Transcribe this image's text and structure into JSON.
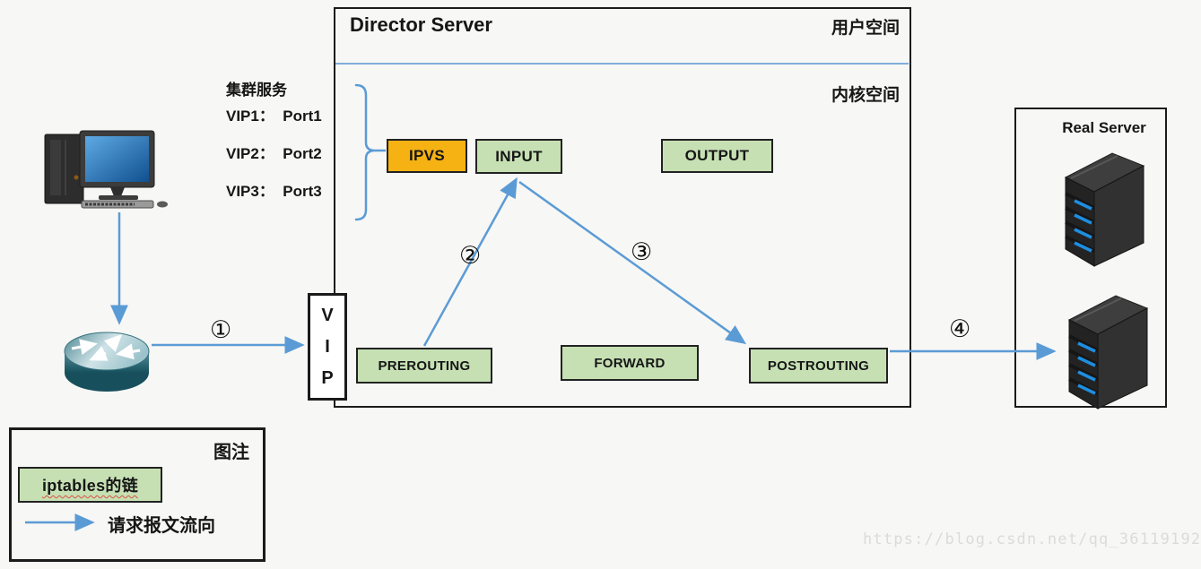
{
  "director": {
    "title": "Director Server",
    "user_space_label": "用户空间",
    "kernel_space_label": "内核空间",
    "ipvs_label": "IPVS",
    "chains": {
      "input": "INPUT",
      "output": "OUTPUT",
      "prerouting": "PREROUTING",
      "forward": "FORWARD",
      "postrouting": "POSTROUTING"
    }
  },
  "cluster_service": {
    "title": "集群服务",
    "entries": [
      "VIP1：  Port1",
      "VIP2：  Port2",
      "VIP3：  Port3"
    ]
  },
  "vip_box": {
    "letters": [
      "V",
      "I",
      "P"
    ]
  },
  "real_server": {
    "title": "Real Server"
  },
  "flow_steps": {
    "step1": "①",
    "step2": "②",
    "step3": "③",
    "step4": "④"
  },
  "legend": {
    "title": "图注",
    "chain_sample_label": "iptables的链",
    "flow_arrow_label": "请求报文流向"
  },
  "watermark": "https://blog.csdn.net/qq_36119192",
  "colors": {
    "arrow_blue": "#5B9BD5",
    "divider_blue": "#7FAEDC",
    "chain_green": "#C6E0B4",
    "ipvs_orange": "#F6B113",
    "border_black": "#1b1b1b",
    "page_bg": "#f7f7f5"
  }
}
